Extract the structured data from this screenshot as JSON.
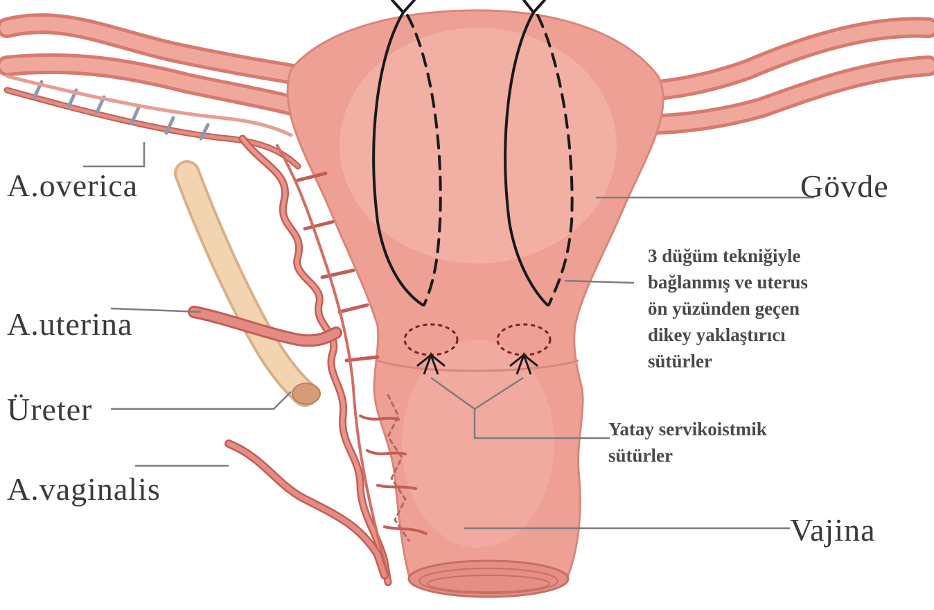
{
  "labels": {
    "a_overica": "A.overica",
    "a_uterina": "A.uterina",
    "ureter": "Üreter",
    "a_vaginalis": "A.vaginalis",
    "govde": "Gövde",
    "vajina": "Vajina",
    "vertical_sutures": "3 düğüm tekniğiyle\nbağlanmış ve uterus\nön yüzünden geçen\ndikey yaklaştırıcı\nsütürler",
    "horizontal_sutures": "Yatay servikoistmik\nsütürler"
  },
  "colors": {
    "uterus": "#ec9a90",
    "uterus_highlight": "#f6c2b8",
    "artery": "#d9746c",
    "artery_dark": "#b9504c",
    "ureter": "#f1cda7",
    "leader_line": "#7a7a7a",
    "suture": "#1a1a1a"
  }
}
